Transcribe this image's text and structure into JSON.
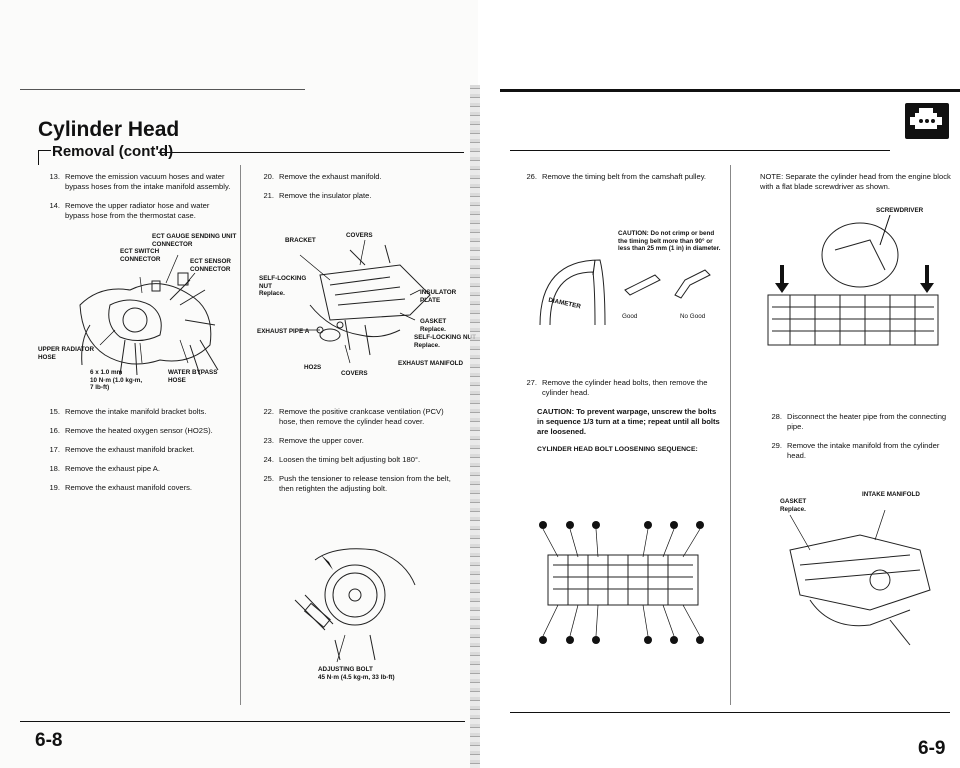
{
  "left": {
    "title": "Cylinder Head",
    "subtitle": "Removal (cont'd)",
    "steps_col1": [
      {
        "n": "13.",
        "text": "Remove the emission vacuum hoses and water bypass hoses from the intake manifold assembly."
      },
      {
        "n": "14.",
        "text": "Remove the upper radiator hose and water bypass hose from the thermostat case."
      }
    ],
    "steps_col1b": [
      {
        "n": "15.",
        "text": "Remove the intake manifold bracket bolts."
      },
      {
        "n": "16.",
        "text": "Remove the heated oxygen sensor (HO2S)."
      },
      {
        "n": "17.",
        "text": "Remove the exhaust manifold bracket."
      },
      {
        "n": "18.",
        "text": "Remove the exhaust pipe A."
      },
      {
        "n": "19.",
        "text": "Remove the exhaust manifold covers."
      }
    ],
    "fig1_labels": {
      "ect_gauge": "ECT GAUGE SENDING UNIT\nCONNECTOR",
      "ect_switch": "ECT SWITCH\nCONNECTOR",
      "ect_sensor": "ECT SENSOR\nCONNECTOR",
      "upper_radiator": "UPPER RADIATOR\nHOSE",
      "bolt": "6 x 1.0 mm\n10 N·m (1.0 kg-m,\n7 lb-ft)",
      "water_bypass": "WATER BYPASS\nHOSE"
    },
    "steps_col2": [
      {
        "n": "20.",
        "text": "Remove the exhaust manifold."
      },
      {
        "n": "21.",
        "text": "Remove the insulator plate."
      }
    ],
    "fig2_labels": {
      "covers_top": "COVERS",
      "bracket": "BRACKET",
      "self_locking_nut": "SELF-LOCKING\nNUT\nReplace.",
      "insulator_plate": "INSULATOR\nPLATE",
      "exhaust_pipe": "EXHAUST PIPE A",
      "gasket": "GASKET\nReplace.",
      "self_locking_nut2": "SELF-LOCKING NUT\nReplace.",
      "exhaust_manifold": "EXHAUST MANIFOLD",
      "ho2s": "HO2S",
      "covers_bottom": "COVERS"
    },
    "steps_col2b": [
      {
        "n": "22.",
        "text": "Remove the positive crankcase ventilation (PCV) hose, then remove the cylinder head cover."
      },
      {
        "n": "23.",
        "text": "Remove the upper cover."
      },
      {
        "n": "24.",
        "text": "Loosen the timing belt adjusting bolt 180°."
      },
      {
        "n": "25.",
        "text": "Push the tensioner to release tension from the belt, then retighten the adjusting bolt."
      }
    ],
    "fig3_label": "ADJUSTING BOLT\n45 N·m (4.5 kg-m, 33 lb-ft)",
    "page_number": "6-8"
  },
  "right": {
    "step26": {
      "n": "26.",
      "text": "Remove the timing belt from the camshaft pulley."
    },
    "fig4_caution": "CAUTION: Do not crimp or bend\nthe timing belt more than 90° or\nless than 25 mm (1 in) in diameter.",
    "fig4_diameter": "DIAMETER",
    "fig4_good": "Good",
    "fig4_nogood": "No Good",
    "step27": {
      "n": "27.",
      "text": "Remove the cylinder head bolts, then remove the cylinder head."
    },
    "caution27": "CAUTION: To prevent warpage, unscrew the bolts in sequence 1/3 turn at a time; repeat until all bolts are loosened.",
    "sequence_title": "CYLINDER HEAD BOLT LOOSENING SEQUENCE:",
    "note": "NOTE: Separate the cylinder head from the engine block with a flat blade screwdriver as shown.",
    "screwdriver": "SCREWDRIVER",
    "step28": {
      "n": "28.",
      "text": "Disconnect the heater pipe from the connecting pipe."
    },
    "step29": {
      "n": "29.",
      "text": "Remove the intake manifold from the cylinder head."
    },
    "intake_manifold": "INTAKE MANIFOLD",
    "gasket": "GASKET\nReplace.",
    "page_number": "6-9"
  }
}
